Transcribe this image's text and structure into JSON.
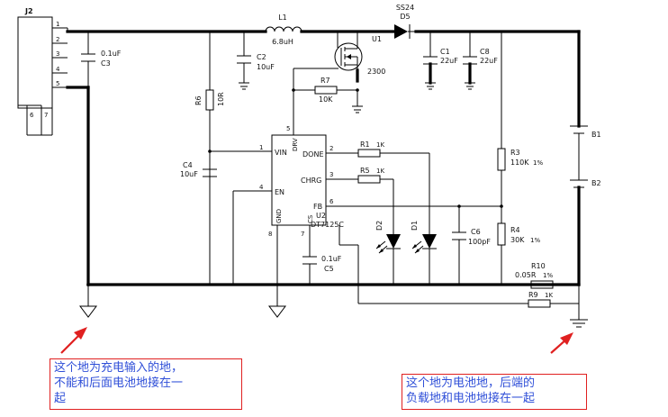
{
  "components": {
    "J2": {
      "ref": "J2",
      "pins": [
        "1",
        "2",
        "3",
        "4",
        "5",
        "6",
        "7"
      ]
    },
    "C3": {
      "ref": "C3",
      "value": "0.1uF"
    },
    "L1": {
      "ref": "L1",
      "value": "6.8uH"
    },
    "C2": {
      "ref": "C2",
      "value": "10uF"
    },
    "U1": {
      "ref": "U1",
      "value": "2300"
    },
    "R7": {
      "ref": "R7",
      "value": "10K"
    },
    "D5": {
      "ref": "D5",
      "value": "SS24"
    },
    "C1": {
      "ref": "C1",
      "value": "22uF"
    },
    "C8": {
      "ref": "C8",
      "value": "22uF"
    },
    "R6": {
      "ref": "R6",
      "value": "10R"
    },
    "C4": {
      "ref": "C4",
      "value": "10uF"
    },
    "U2": {
      "ref": "U2",
      "value": "DT7125C",
      "pins": [
        {
          "num": "1",
          "name": "VIN"
        },
        {
          "num": "2",
          "name": "DONE"
        },
        {
          "num": "3",
          "name": "CHRG"
        },
        {
          "num": "4",
          "name": "EN"
        },
        {
          "num": "5",
          "name": "DRV"
        },
        {
          "num": "6",
          "name": "FB"
        },
        {
          "num": "7",
          "name": "CS"
        },
        {
          "num": "8",
          "name": "GND"
        }
      ]
    },
    "R1": {
      "ref": "R1",
      "value": "1K"
    },
    "R5": {
      "ref": "R5",
      "value": "1K"
    },
    "D2": {
      "ref": "D2"
    },
    "D1": {
      "ref": "D1"
    },
    "C6": {
      "ref": "C6",
      "value": "100pF"
    },
    "R3": {
      "ref": "R3",
      "value": "110K",
      "tol": "1%"
    },
    "R4": {
      "ref": "R4",
      "value": "30K",
      "tol": "1%"
    },
    "B1": {
      "ref": "B1"
    },
    "B2": {
      "ref": "B2"
    },
    "C5": {
      "ref": "C5",
      "value": "0.1uF"
    },
    "R10": {
      "ref": "R10",
      "value": "0.05R",
      "tol": "1%"
    },
    "R9": {
      "ref": "R9",
      "value": "1K"
    }
  },
  "annotations": {
    "left": [
      "这个地为充电输入的地，",
      "不能和后面电池地接在一",
      "起"
    ],
    "right": [
      "这个地为电池地，后端的",
      "负载地和电池地接在一起"
    ]
  },
  "colors": {
    "arrow": "#e02020",
    "note_text": "#2f4fd8",
    "note_border": "#e02020"
  }
}
